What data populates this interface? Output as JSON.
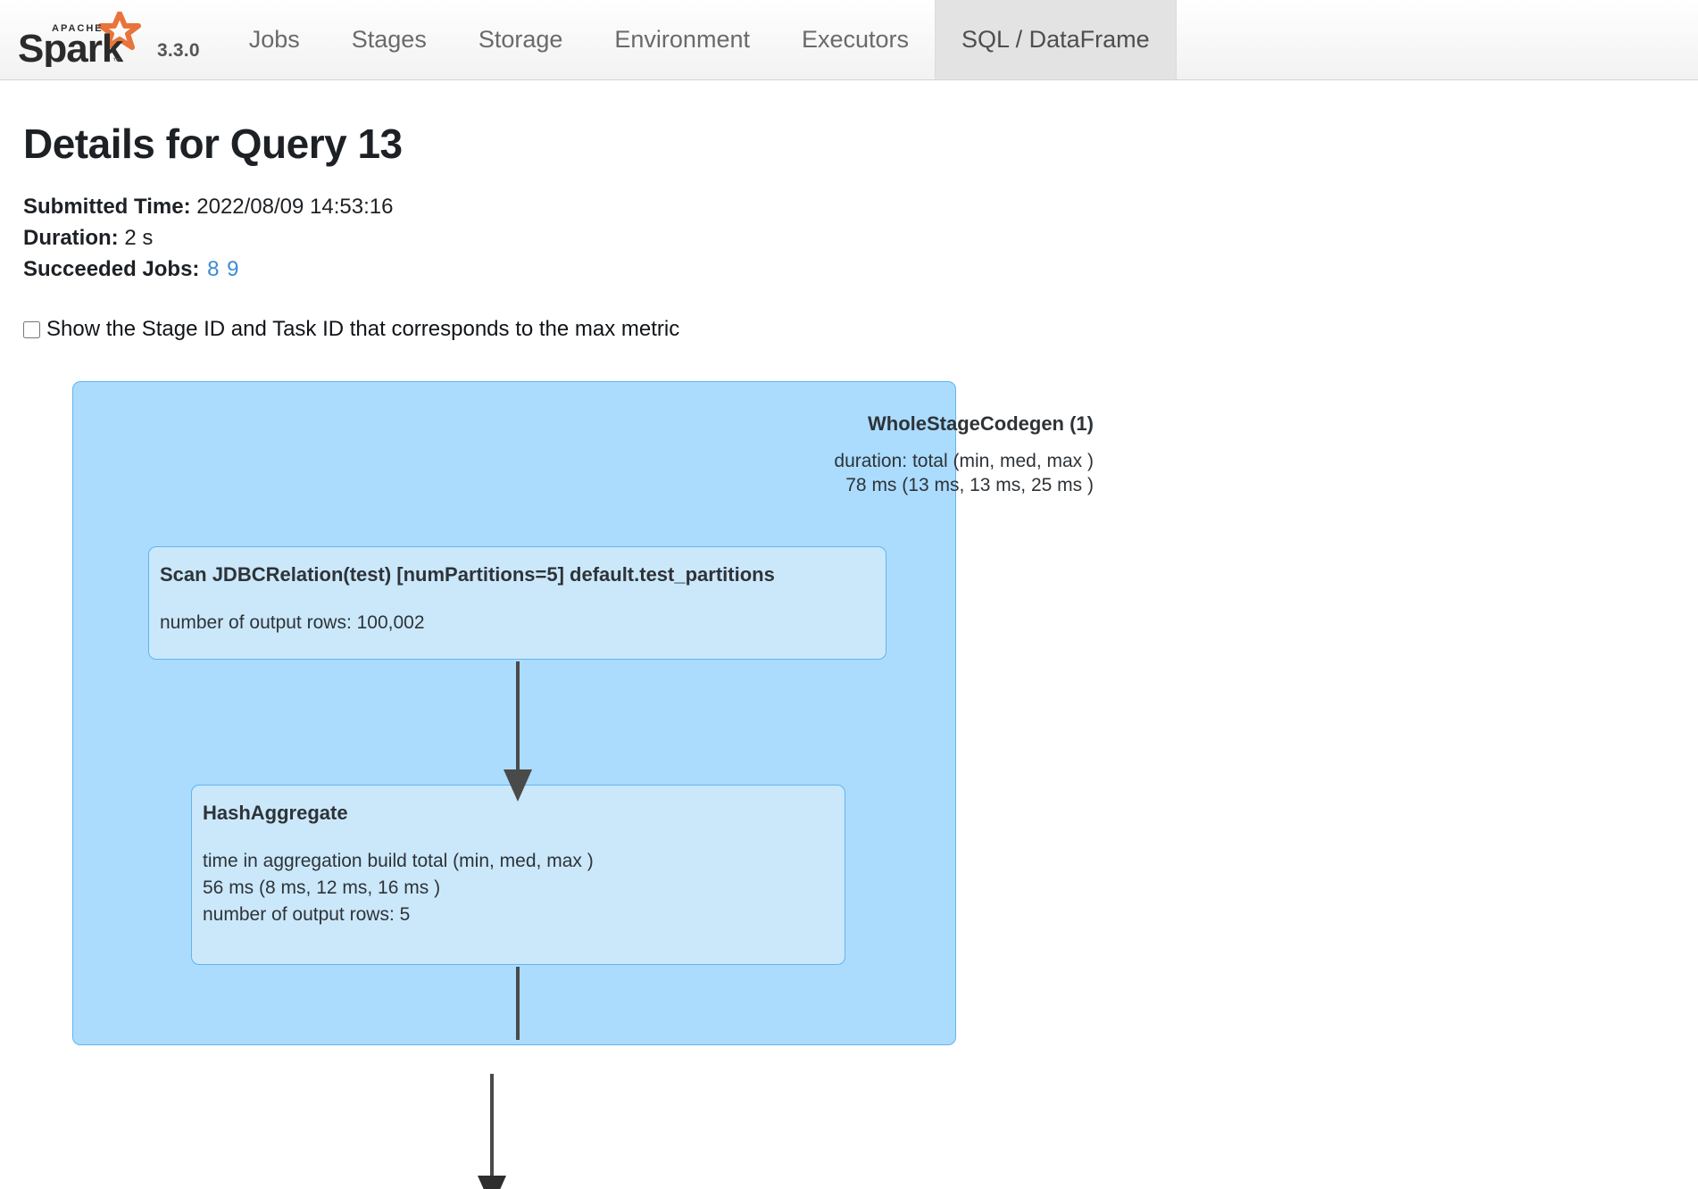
{
  "navbar": {
    "brand_alt": "Apache Spark",
    "version": "3.3.0",
    "tabs": [
      {
        "label": "Jobs",
        "active": false
      },
      {
        "label": "Stages",
        "active": false
      },
      {
        "label": "Storage",
        "active": false
      },
      {
        "label": "Environment",
        "active": false
      },
      {
        "label": "Executors",
        "active": false
      },
      {
        "label": "SQL / DataFrame",
        "active": true
      }
    ]
  },
  "page": {
    "title": "Details for Query 13",
    "submitted_time_label": "Submitted Time:",
    "submitted_time_value": "2022/08/09 14:53:16",
    "duration_label": "Duration:",
    "duration_value": "2 s",
    "succeeded_jobs_label": "Succeeded Jobs:",
    "succeeded_jobs": [
      "8",
      "9"
    ],
    "checkbox_label": "Show the Stage ID and Task ID that corresponds to the max metric",
    "checkbox_checked": false
  },
  "graph": {
    "stage": {
      "title": "WholeStageCodegen (1)",
      "metrics": "duration: total (min, med, max )\n78 ms (13 ms, 13 ms, 25 ms )"
    },
    "nodes": [
      {
        "id": "scan",
        "title": "Scan JDBCRelation(test) [numPartitions=5] default.test_partitions",
        "metrics": "number of output rows: 100,002"
      },
      {
        "id": "hash",
        "title": "HashAggregate",
        "metrics": "time in aggregation build total (min, med, max )\n56 ms (8 ms, 12 ms, 16 ms )\nnumber of output rows: 5"
      }
    ]
  },
  "colors": {
    "stage_fill": "#abdcfd",
    "node_fill": "#cbe8fb",
    "node_border": "#63b4ee",
    "edge": "#4a4a4a",
    "link": "#3b8bd4",
    "active_tab": "#e3e3e3"
  }
}
